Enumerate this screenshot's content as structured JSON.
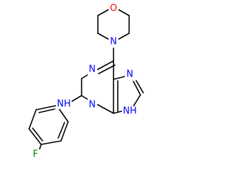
{
  "molecule": {
    "atom_colors": {
      "O": "#ff0000",
      "N": "#0000ff",
      "F": "#008000"
    },
    "labels": {
      "morpholine_o": "O",
      "morpholine_n": "N",
      "purine_n1": "N",
      "purine_n3": "N",
      "purine_n7": "N",
      "purine_n9h": "NH",
      "amine_nh": "NH",
      "fluorine": "F"
    }
  }
}
